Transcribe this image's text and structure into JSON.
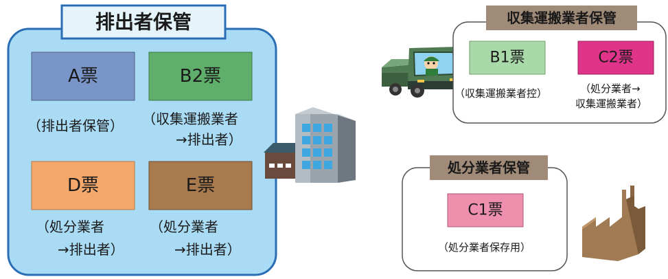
{
  "discharger": {
    "title": "排出者保管",
    "a_label": "A票",
    "b2_label": "B2票",
    "d_label": "D票",
    "e_label": "E票",
    "a_caption": "（排出者保管）",
    "b2_caption_1": "（収集運搬業者",
    "b2_caption_2": "→排出者）",
    "d_caption_1": "（処分業者",
    "d_caption_2": "→排出者）",
    "e_caption_1": "（処分業者",
    "e_caption_2": "→排出者）"
  },
  "transporter": {
    "title": "収集運搬業者保管",
    "b1_label": "B1票",
    "c2_label": "C2票",
    "b1_caption": "（収集運搬業者控）",
    "c2_caption_1": "（処分業者→",
    "c2_caption_2": "収集運搬業者）"
  },
  "disposer": {
    "title": "処分業者保管",
    "c1_label": "C1票",
    "c1_caption": "（処分業者保存用）"
  },
  "colors": {
    "discharger_bg": "#a9dbf5",
    "discharger_border": "#2a6db5",
    "title_bg": "#e5f4fb",
    "title_border": "#2a6db5",
    "ticket_a": "#7a95c8",
    "ticket_b2": "#5fae6b",
    "ticket_d": "#f4a86b",
    "ticket_e": "#a87a4e",
    "ticket_b1": "#a9d9a8",
    "ticket_c2": "#e0348a",
    "ticket_c1": "#ef8fae",
    "panel_title_bg": "#a08a78"
  }
}
